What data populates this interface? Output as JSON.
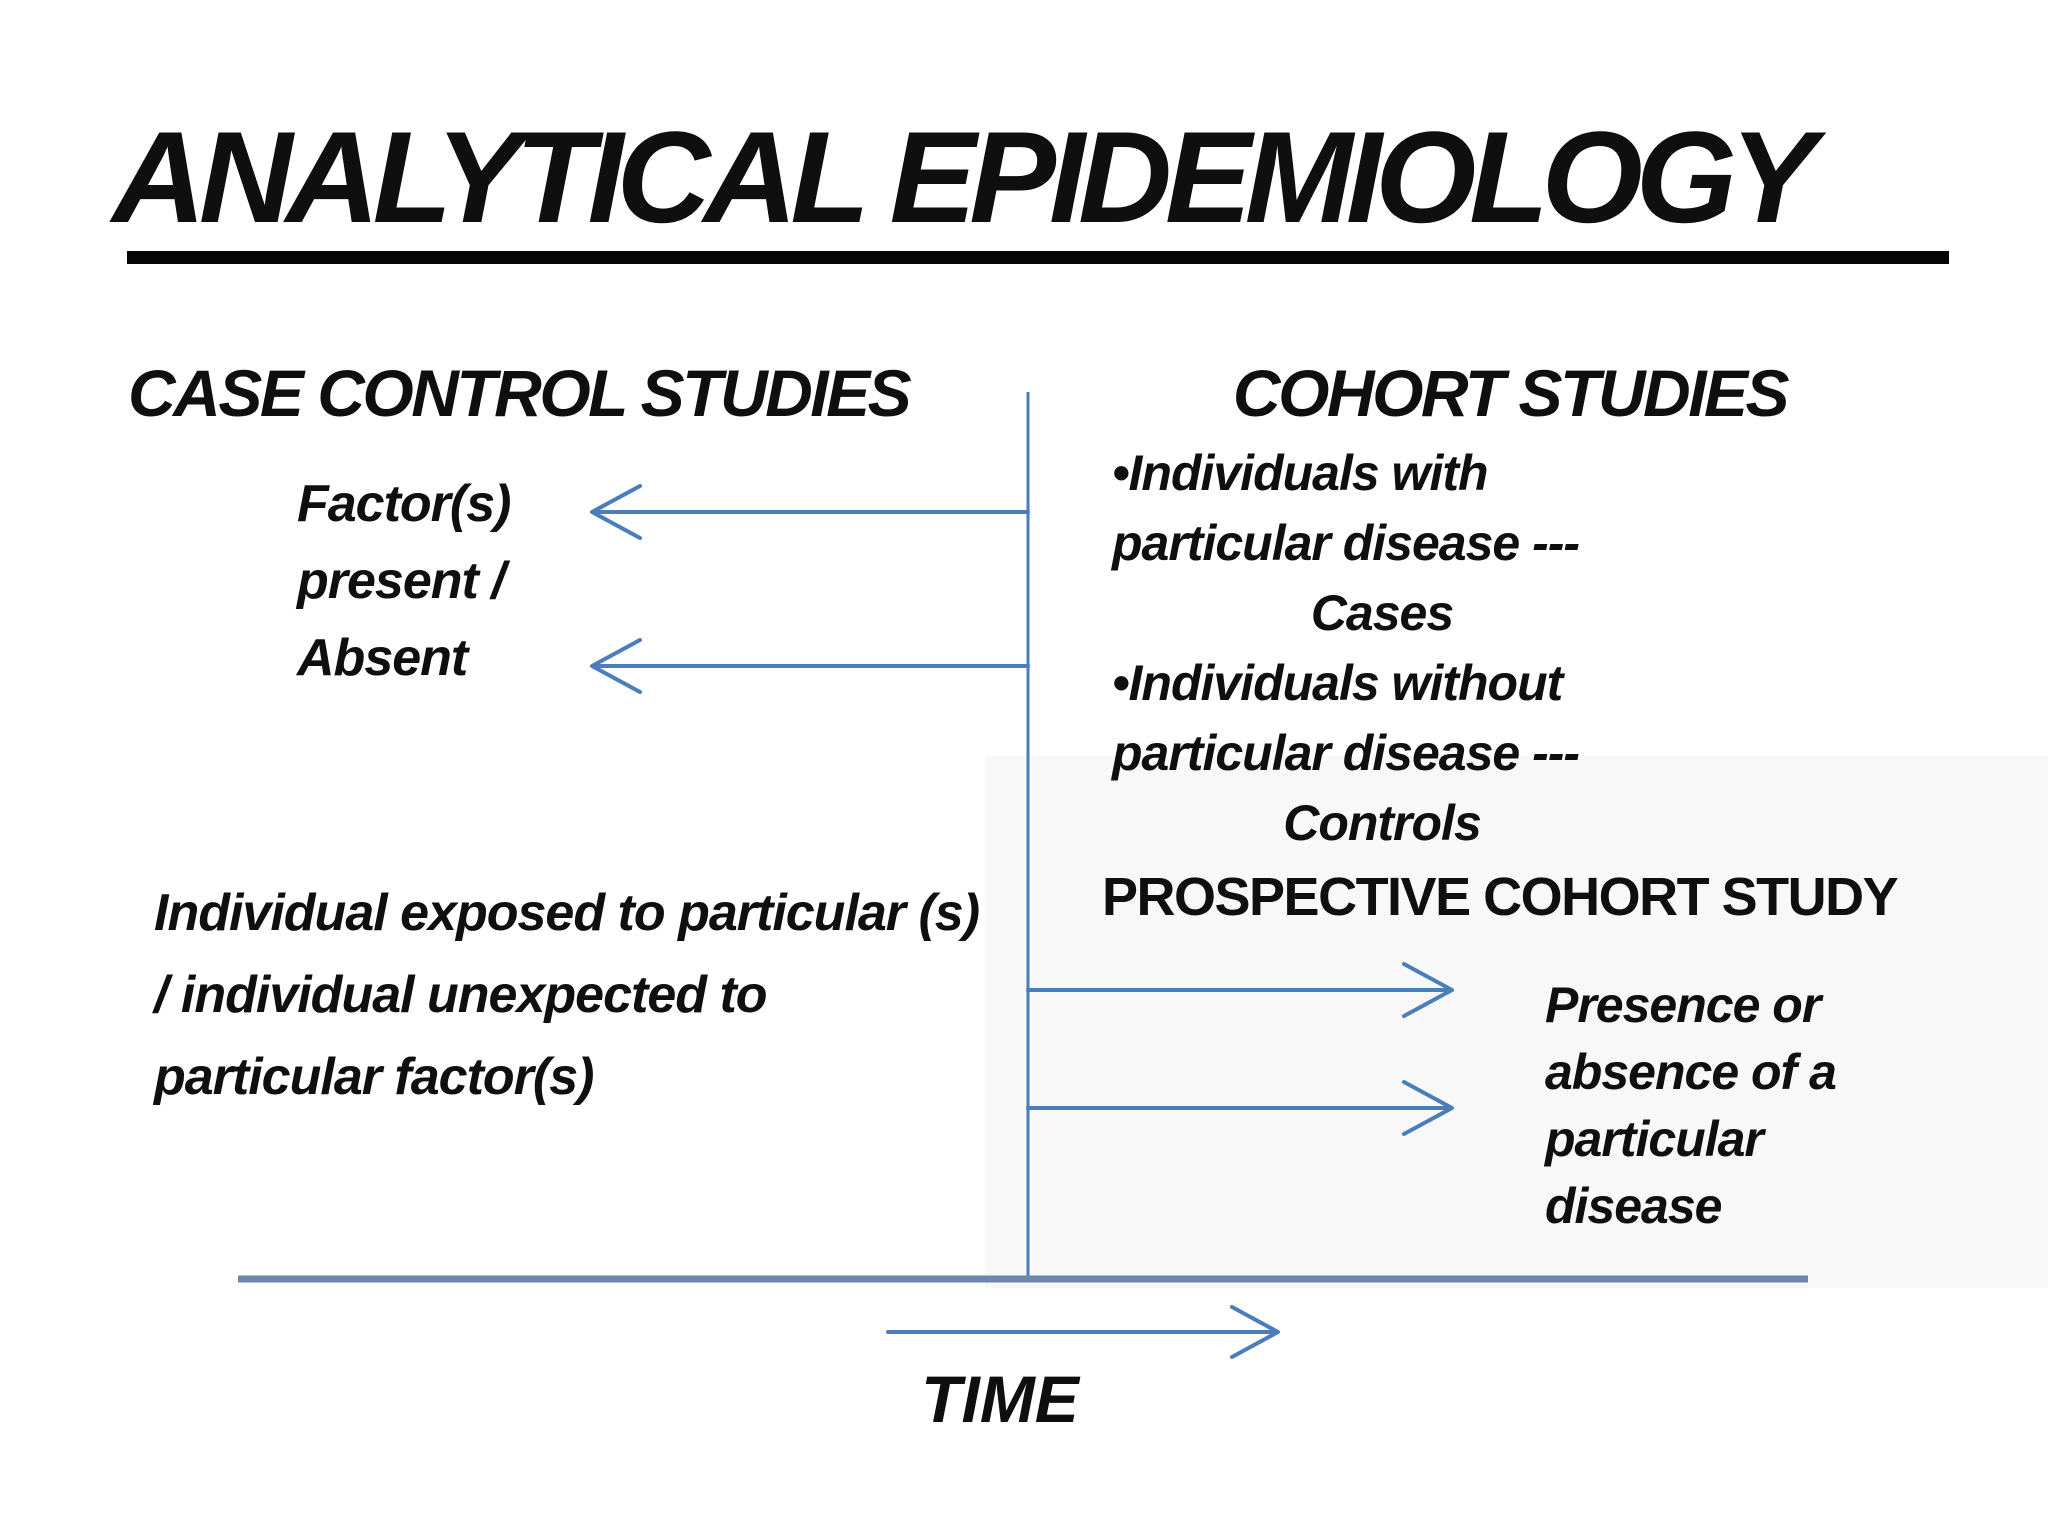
{
  "slide": {
    "title": "ANALYTICAL EPIDEMIOLOGY",
    "left_panel": {
      "heading": "CASE CONTROL STUDIES",
      "factors_label": "Factor(s)\npresent /\nAbsent",
      "exposure_label": "Individual exposed to particular (s)\n/ individual unexpected to\nparticular factor(s)"
    },
    "right_panel": {
      "heading": "COHORT STUDIES",
      "bullets": [
        {
          "text": "•Individuals with\nparticular disease ---",
          "term": "Cases"
        },
        {
          "text": "•Individuals without\nparticular disease ---",
          "term": "Controls"
        }
      ],
      "subheading": "PROSPECTIVE COHORT STUDY",
      "outcome_label": "Presence or\nabsence of a\nparticular\ndisease"
    },
    "timeline": {
      "label": "TIME"
    },
    "colors": {
      "arrow_blue": "#4a7ebb",
      "baseline_blue": "#6d86a9",
      "text_black": "#0f0f0f"
    }
  }
}
